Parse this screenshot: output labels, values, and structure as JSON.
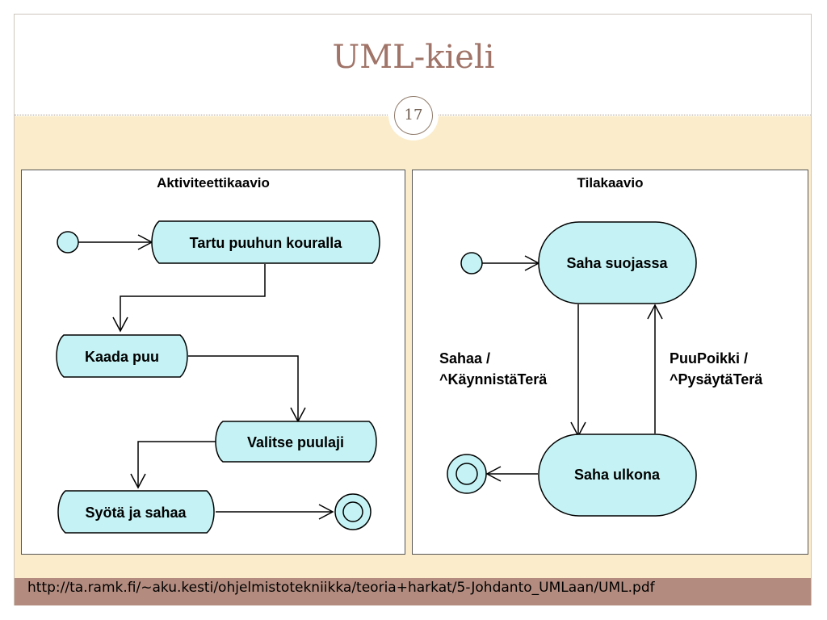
{
  "slide": {
    "title": "UML-kieli",
    "page_number": "17",
    "source_url": "http://ta.ramk.fi/~aku.kesti/ohjelmistotekniikka/teoria+harkat/5-Johdanto_UMLaan/UML.pdf"
  },
  "activity_diagram": {
    "title": "Aktiviteettikaavio",
    "actions": [
      "Tartu puuhun kouralla",
      "Kaada puu",
      "Valitse puulaji",
      "Syötä ja sahaa"
    ]
  },
  "state_diagram": {
    "title": "Tilakaavio",
    "states": [
      "Saha suojassa",
      "Saha ulkona"
    ],
    "transitions": [
      {
        "event": "Sahaa /",
        "action": "^KäynnistäTerä"
      },
      {
        "event": "PuuPoikki /",
        "action": "^PysäytäTerä"
      }
    ]
  },
  "colors": {
    "node_fill": "#c5f3f5",
    "title": "#a07468",
    "band": "#fbeccb",
    "footer": "#b38c7f"
  }
}
